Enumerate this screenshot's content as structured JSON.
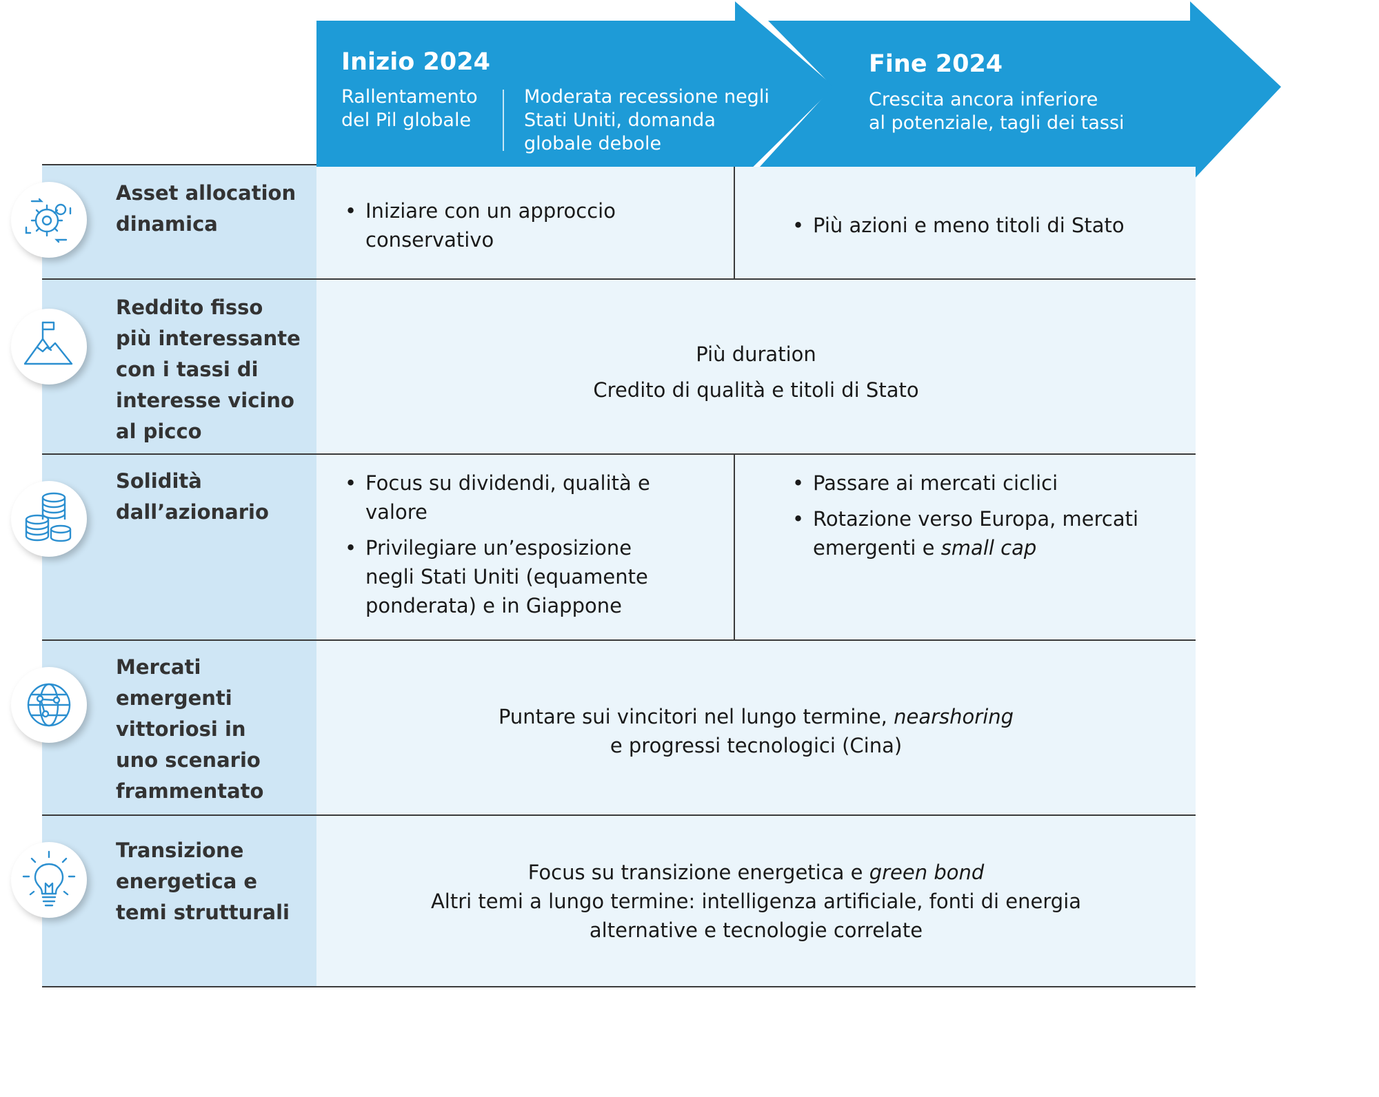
{
  "header": {
    "phase1": {
      "title": "Inizio 2024",
      "col1": [
        "Rallentamento",
        "del Pil globale"
      ],
      "col2": [
        "Moderata recessione negli",
        "Stati Uniti, domanda",
        "globale debole"
      ]
    },
    "phase2": {
      "title": "Fine 2024",
      "sub": [
        "Crescita ancora inferiore",
        "al potenziale, tagli dei tassi"
      ]
    }
  },
  "rows": [
    {
      "title": [
        "Asset allocation",
        "dinamica"
      ],
      "icon": "gears-icon",
      "left_bullets": [
        [
          "Iniziare con un approccio",
          "conservativo"
        ]
      ],
      "right_bullets": [
        [
          "Più azioni e meno titoli di Stato"
        ]
      ]
    },
    {
      "title": [
        "Reddito fisso",
        "più interessante",
        "con i tassi di",
        "interesse vicino",
        "al picco"
      ],
      "icon": "mountain-flag-icon",
      "center": [
        "Più duration",
        "Credito di qualità e titoli di Stato"
      ]
    },
    {
      "title": [
        "Solidità",
        "dall’azionario"
      ],
      "icon": "coins-icon",
      "left_bullets": [
        [
          "Focus su dividendi, qualità e",
          "valore"
        ],
        [
          "Privilegiare un’esposizione",
          "negli Stati Uniti (equamente",
          "ponderata) e in Giappone"
        ]
      ],
      "right_bullets": [
        [
          "Passare ai mercati ciclici"
        ],
        [
          "Rotazione verso Europa, mercati",
          "emergenti e "
        ]
      ],
      "right_italic": "small cap"
    },
    {
      "title": [
        "Mercati",
        "emergenti",
        "vittoriosi in",
        "uno scenario",
        "frammentato"
      ],
      "icon": "globe-network-icon",
      "center_line1": "Puntare sui vincitori nel lungo termine, ",
      "center_line1_italic": "nearshoring",
      "center_line2": "e progressi tecnologici (Cina)"
    },
    {
      "title": [
        "Transizione",
        "energetica e",
        "temi strutturali"
      ],
      "icon": "lightbulb-icon",
      "center_line1": "Focus su transizione energetica e ",
      "center_line1_italic": "green bond",
      "center_line2": "Altri temi a lungo termine: intelligenza artificiale, fonti di energia",
      "center_line3": "alternative e tecnologie correlate"
    }
  ],
  "colors": {
    "arrow_blue": "#1e9bd7",
    "left_column": "#cfe6f5",
    "content_bg": "#ebf5fb",
    "icon_stroke": "#2b8fd0"
  }
}
